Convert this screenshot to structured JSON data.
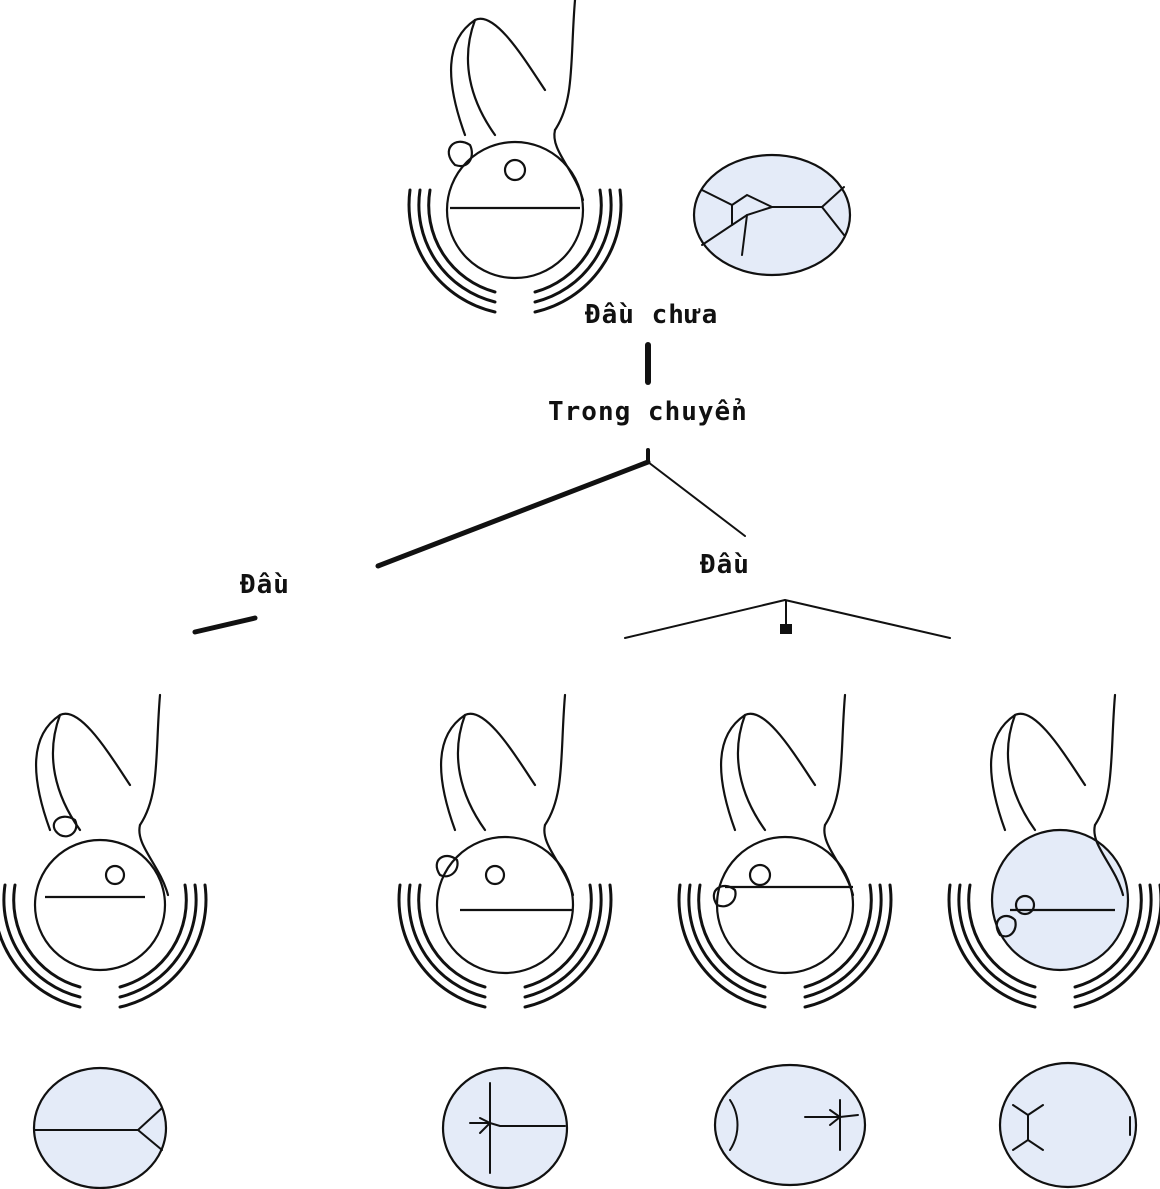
{
  "colors": {
    "ink": "#111111",
    "skull_fill": "#e4ebf8",
    "background": "#ffffff"
  },
  "labels": {
    "top": "Đầu chưa",
    "middle": "Trong chuyển",
    "left_branch": "Đầu",
    "right_branch": "Đầu"
  },
  "icons": {
    "arrow": "down-arrow-icon"
  }
}
